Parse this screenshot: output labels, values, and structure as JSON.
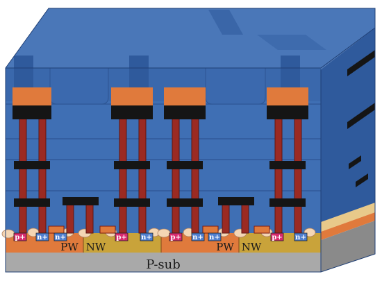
{
  "labels": {
    "substrate": "P-sub",
    "wells": [
      "PW",
      "NW",
      "PW",
      "NW"
    ],
    "diffusions": [
      "p+",
      "n+",
      "n+",
      "p+",
      "n+",
      "p+",
      "n+",
      "n+",
      "p+",
      "n+"
    ]
  },
  "colors": {
    "oxide": "#3f6fb4",
    "oxide_dark": "#2f5a9c",
    "oxide_top": "#4a77b8",
    "substrate": "#a9a9a9",
    "substrate_side": "#8a8a8a",
    "p_well": "#e07a3c",
    "n_well": "#c9a33a",
    "via": "#9b2a22",
    "via_edge": "#5c1512",
    "metal_cap": "#e07a3c",
    "metal_bar": "#151515",
    "p_plus": "#d92a6e",
    "n_plus": "#4f7fd0"
  }
}
